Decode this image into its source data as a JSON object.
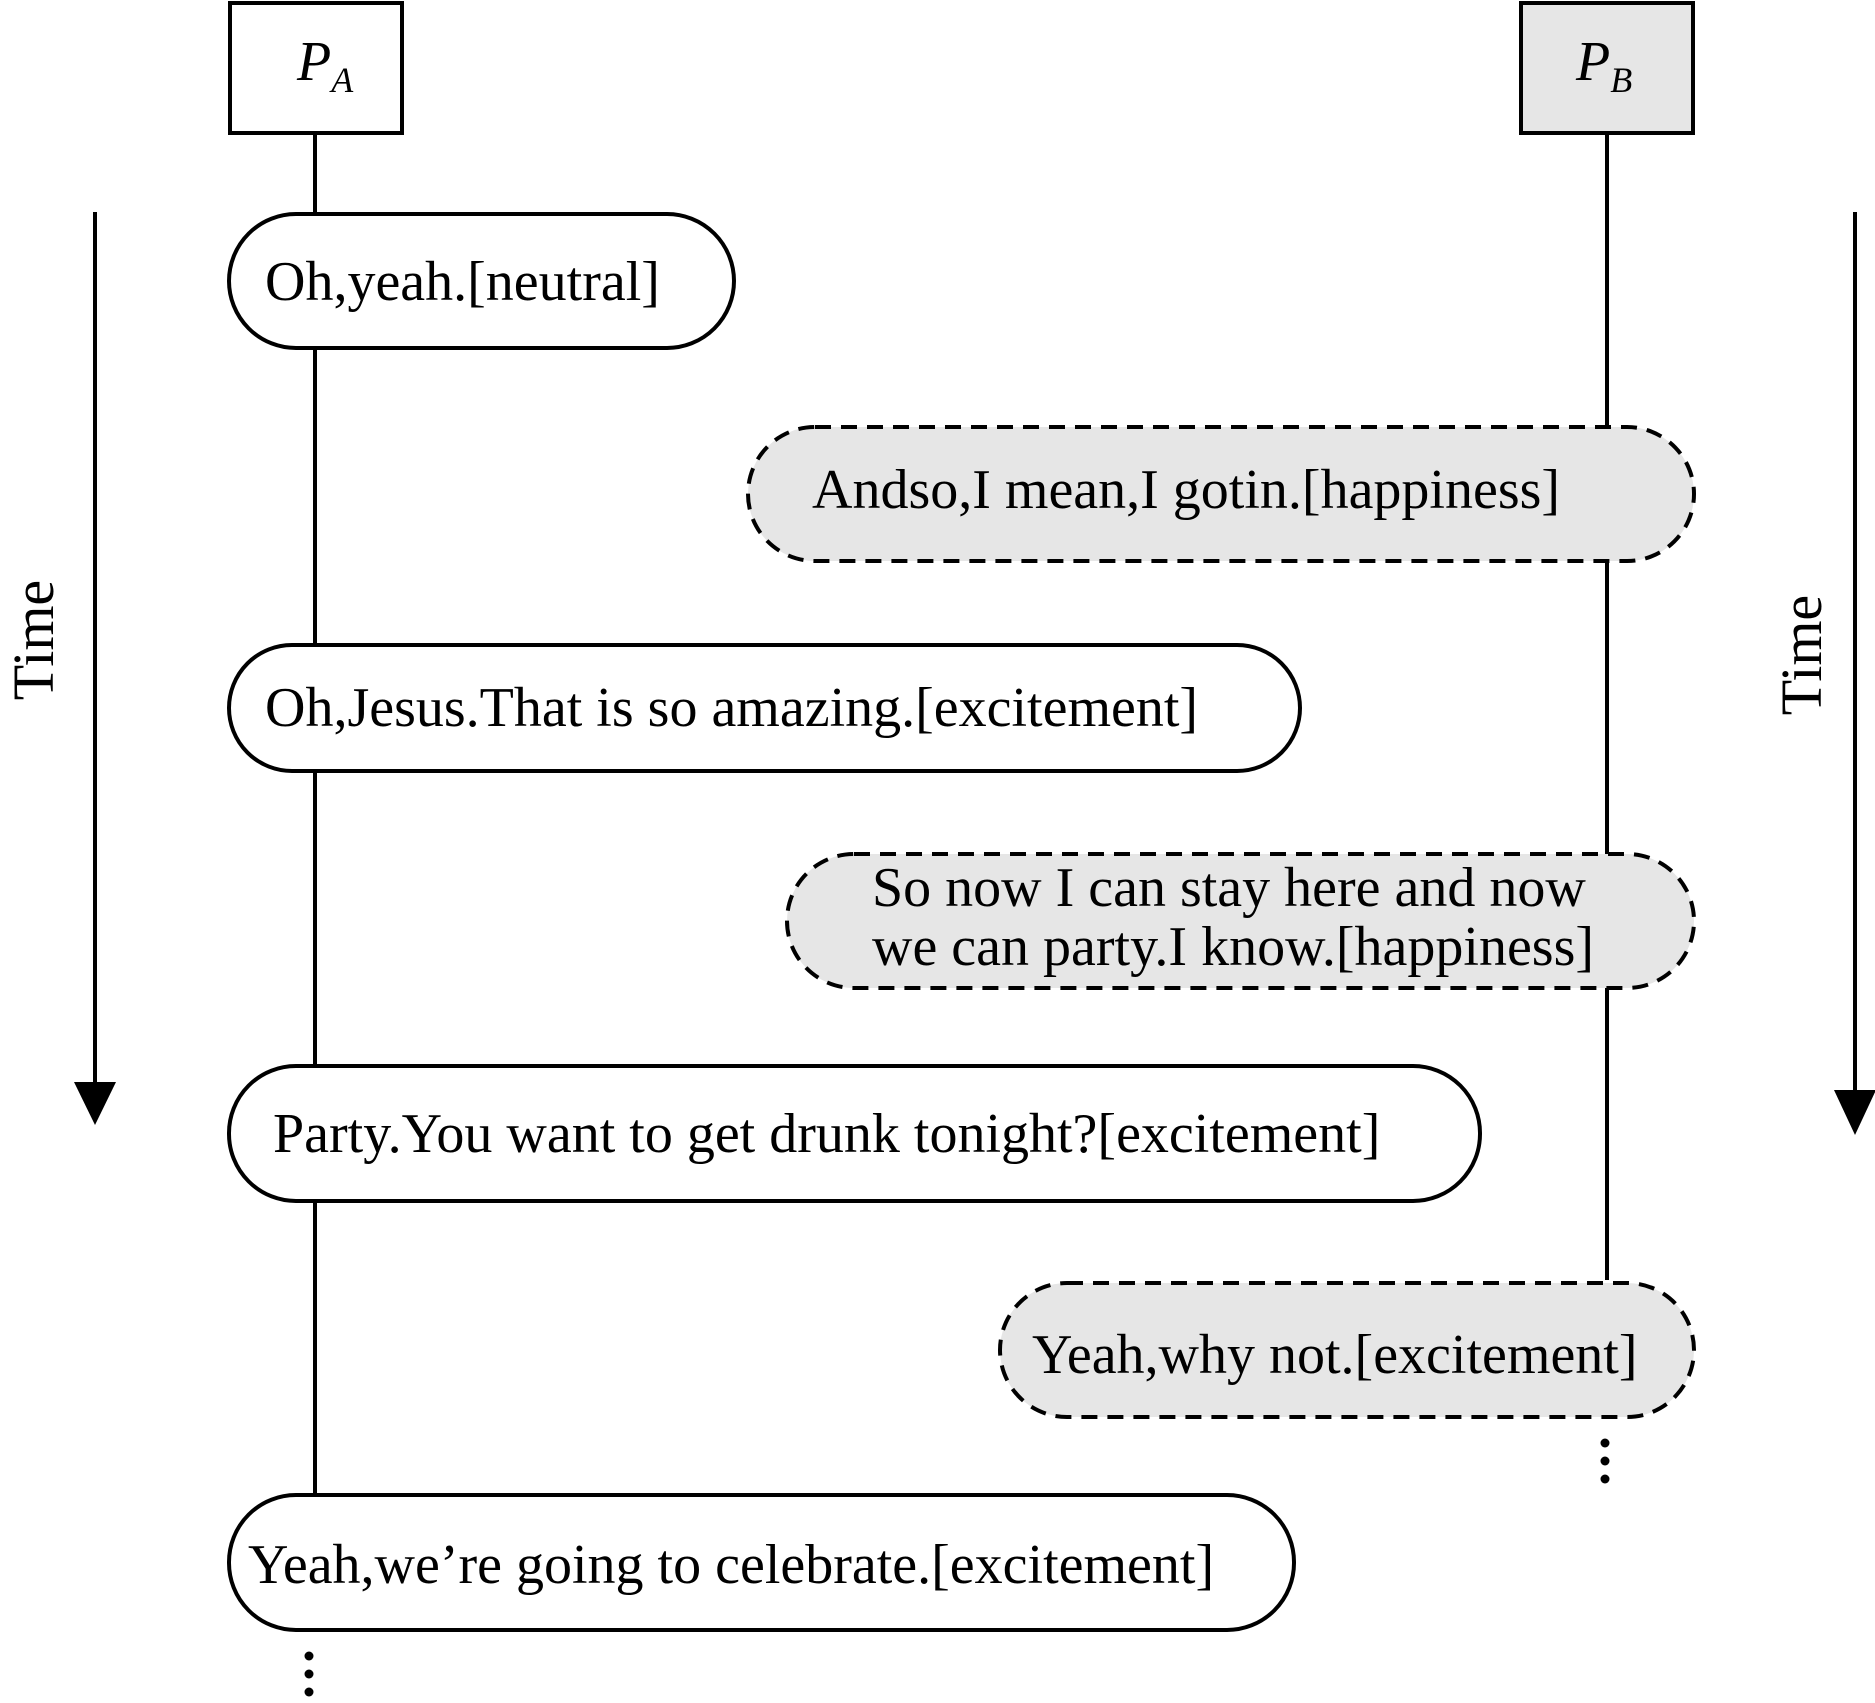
{
  "participants": {
    "a": {
      "name": "P",
      "subscript": "A"
    },
    "b": {
      "name": "P",
      "subscript": "B"
    }
  },
  "time_label": "Time",
  "utterances": [
    {
      "speaker": "A",
      "lines": [
        "Oh,yeah.[neutral]"
      ]
    },
    {
      "speaker": "B",
      "lines": [
        "Andso,I mean,I gotin.[happiness]"
      ]
    },
    {
      "speaker": "A",
      "lines": [
        "Oh,Jesus.That is so amazing.[excitement]"
      ]
    },
    {
      "speaker": "B",
      "lines": [
        "So now I can stay here and now",
        "we can party.I know.[happiness]"
      ]
    },
    {
      "speaker": "A",
      "lines": [
        "Party.You want to get drunk tonight?[excitement]"
      ]
    },
    {
      "speaker": "B",
      "lines": [
        "Yeah,why not.[excitement]"
      ]
    },
    {
      "speaker": "A",
      "lines": [
        "Yeah,we’re going to celebrate.[excitement]"
      ]
    }
  ],
  "colors": {
    "speaker_a_fill": "#ffffff",
    "speaker_b_fill": "#e6e6e6",
    "stroke": "#000000"
  }
}
